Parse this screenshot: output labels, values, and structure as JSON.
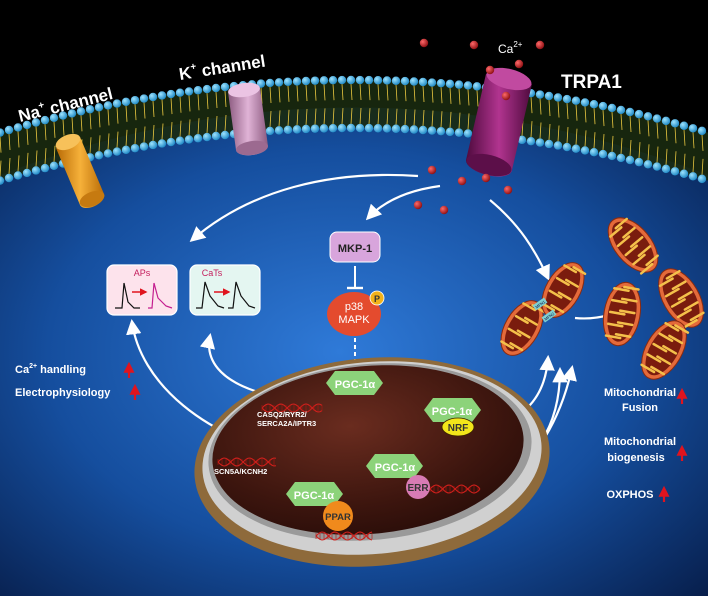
{
  "membrane": {
    "na_channel": {
      "base": "Na",
      "sup": "+",
      "suffix": " channel"
    },
    "k_channel": {
      "base": "K",
      "sup": "+",
      "suffix": " channel"
    },
    "trpa1": "TRPA1",
    "calcium": {
      "base": "Ca",
      "sup": "2+"
    }
  },
  "signaling": {
    "mkp1": "MKP-1",
    "p38_line1": "p38",
    "p38_line2": "MAPK",
    "phospho": "P"
  },
  "panels": {
    "aps": "APs",
    "cats": "CaTs"
  },
  "nucleus": {
    "pgc_top": "PGC-1α",
    "pgc_nrf": "PGC-1α",
    "nrf": "NRF",
    "pgc_err": "PGC-1α",
    "err": "ERR",
    "pgc_ppar": "PGC-1α",
    "ppar": "PPAR",
    "gene1_line1": "CASQ2/RYR2/",
    "gene1_line2": "SERCA2A/IPTR3",
    "gene2": "SCN5A/KCNH2"
  },
  "mito": {
    "mfn_left": "MFN1",
    "mfn_right": "MFN2"
  },
  "effects_left": {
    "ca_handling": {
      "base": "Ca",
      "sup": "2+",
      "suffix": " handling"
    },
    "electrophysiology": "Electrophysiology"
  },
  "effects_right": {
    "fusion_line1": "Mitochondrial",
    "fusion_line2": "Fusion",
    "biogenesis_line1": "Mitochondrial",
    "biogenesis_line2": "biogenesis",
    "oxphos": "OXPHOS"
  },
  "colors": {
    "up_arrow": "#e0141e",
    "pgc_fill": "#8cd37a",
    "nrf_fill": "#f2e51a",
    "err_fill": "#d77bb4",
    "ppar_fill": "#f08a1c",
    "mkp1_fill": "#d8a5dc",
    "p38_fill": "#e44b2e",
    "trpa1_fill": "#8a1a6e",
    "na_fill": "#e6900e",
    "k_fill": "#c58ab8"
  }
}
